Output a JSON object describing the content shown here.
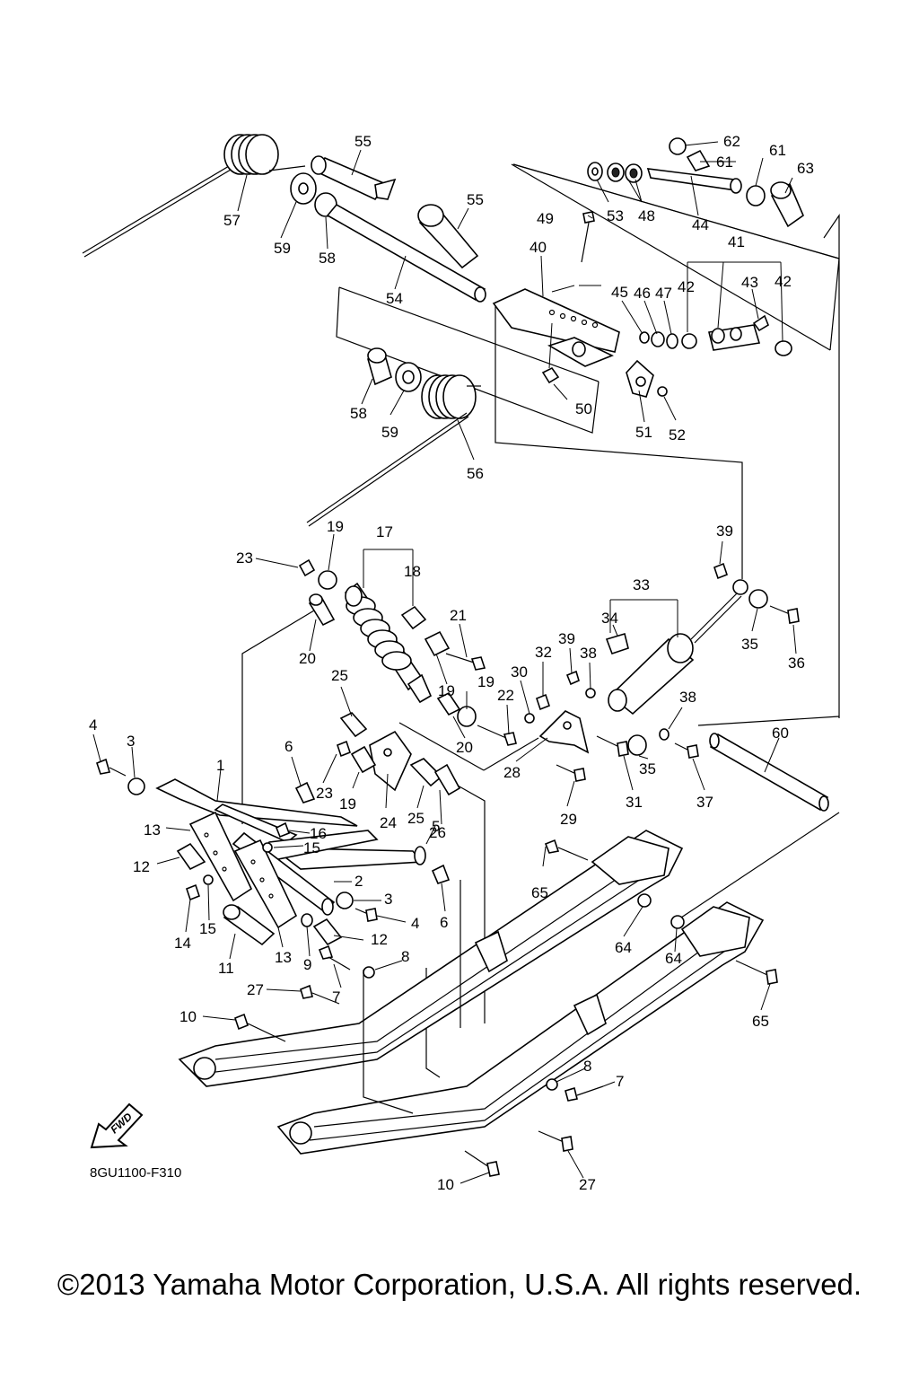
{
  "diagram": {
    "figure_code": "8GU1100-F310",
    "fwd_label": "FWD",
    "copyright": "©2013 Yamaha Motor Corporation, U.S.A. All rights reserved.",
    "callouts": {
      "c1": "1",
      "c2": "2",
      "c3a": "3",
      "c3b": "3",
      "c4a": "4",
      "c4b": "4",
      "c5": "5",
      "c6a": "6",
      "c6b": "6",
      "c7a": "7",
      "c7b": "7",
      "c8a": "8",
      "c8b": "8",
      "c9": "9",
      "c10a": "10",
      "c10b": "10",
      "c11": "11",
      "c12a": "12",
      "c12b": "12",
      "c13a": "13",
      "c13b": "13",
      "c14": "14",
      "c15a": "15",
      "c15b": "15",
      "c16": "16",
      "c17": "17",
      "c18": "18",
      "c19a": "19",
      "c19b": "19",
      "c19c": "19",
      "c19d": "19",
      "c20a": "20",
      "c20b": "20",
      "c21": "21",
      "c22": "22",
      "c23a": "23",
      "c23b": "23",
      "c24": "24",
      "c25a": "25",
      "c25b": "25",
      "c26": "26",
      "c27a": "27",
      "c27b": "27",
      "c28": "28",
      "c29": "29",
      "c30": "30",
      "c31": "31",
      "c32": "32",
      "c33": "33",
      "c34": "34",
      "c35a": "35",
      "c35b": "35",
      "c36": "36",
      "c37": "37",
      "c38a": "38",
      "c38b": "38",
      "c39a": "39",
      "c39b": "39",
      "c40": "40",
      "c41": "41",
      "c42a": "42",
      "c42b": "42",
      "c43": "43",
      "c44": "44",
      "c45": "45",
      "c46": "46",
      "c47": "47",
      "c48": "48",
      "c49": "49",
      "c50": "50",
      "c51": "51",
      "c52": "52",
      "c53": "53",
      "c54": "54",
      "c55a": "55",
      "c55b": "55",
      "c56": "56",
      "c57": "57",
      "c58a": "58",
      "c58b": "58",
      "c59a": "59",
      "c59b": "59",
      "c60": "60",
      "c61a": "61",
      "c61b": "61",
      "c62": "62",
      "c63": "63",
      "c64a": "64",
      "c64b": "64",
      "c65a": "65",
      "c65b": "65"
    }
  }
}
